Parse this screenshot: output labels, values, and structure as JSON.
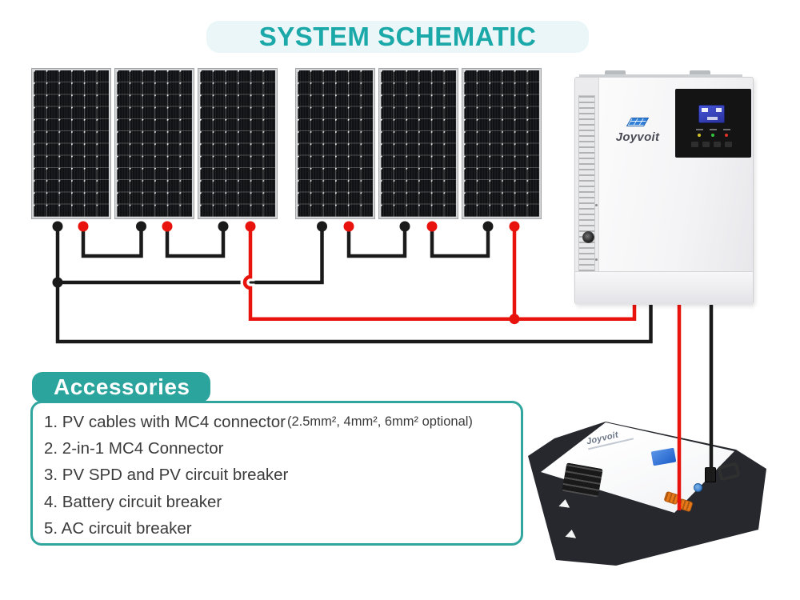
{
  "title": "SYSTEM SCHEMATIC",
  "accessories": {
    "header": "Accessories",
    "items": [
      {
        "text": "1. PV cables with MC4 connector",
        "note": "(2.5mm², 4mm², 6mm² optional)"
      },
      {
        "text": "2. 2-in-1 MC4 Connector",
        "note": ""
      },
      {
        "text": "3. PV SPD and PV circuit breaker",
        "note": ""
      },
      {
        "text": "4. Battery circuit breaker",
        "note": ""
      },
      {
        "text": "5. AC circuit breaker",
        "note": ""
      }
    ]
  },
  "inverter": {
    "brand": "Joyvoit",
    "logo_icon": "solar-panel-logo-icon",
    "display": "blue-lcd-display",
    "status_leds": [
      "yellow",
      "green",
      "red"
    ]
  },
  "battery": {
    "brand": "Joyvoit"
  },
  "diagram": {
    "solar_panels_count": 6,
    "strings": 2,
    "panels_per_string": 3
  },
  "colors": {
    "accent_teal": "#2BA49D",
    "title_teal": "#1BA8A8",
    "title_pill_bg": "#EAF6F8",
    "wire_red": "#E8130C",
    "wire_black": "#1A1A1A",
    "panel_dark": "#101114",
    "logo_blue": "#2F7FD9"
  }
}
